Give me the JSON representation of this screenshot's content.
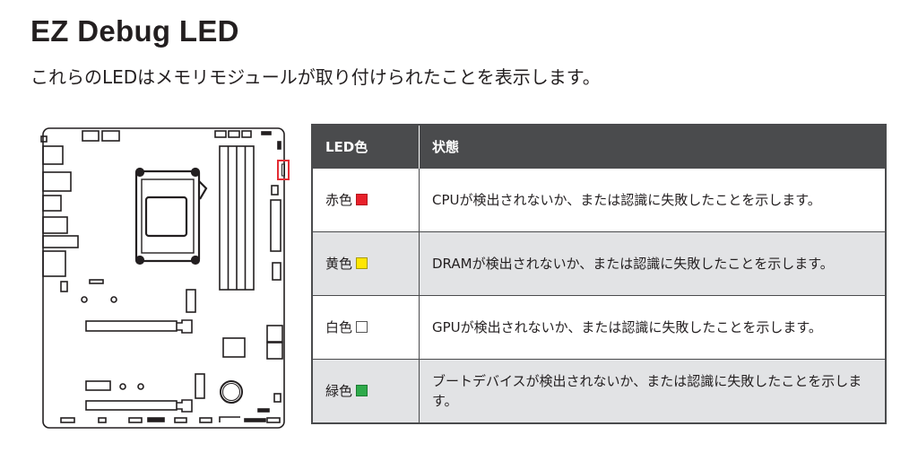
{
  "title": "EZ Debug LED",
  "subtitle": "これらのLEDはメモリモジュールが取り付けられたことを表示します。",
  "table": {
    "headers": [
      "LED色",
      "状態"
    ],
    "rows": [
      {
        "color_label": "赤色",
        "swatch": "#e8202a",
        "status": "CPUが検出されないか、または認識に失敗したことを示します。"
      },
      {
        "color_label": "黄色",
        "swatch": "#ffe600",
        "status": "DRAMが検出されないか、または認識に失敗したことを示します。"
      },
      {
        "color_label": "白色",
        "swatch": "#ffffff",
        "status": "GPUが検出されないか、または認識に失敗したことを示します。"
      },
      {
        "color_label": "緑色",
        "swatch": "#2eaa4a",
        "status": "ブートデバイスが検出されないか、または認識に失敗したことを示します。"
      }
    ]
  },
  "highlight_color": "#e32d35"
}
